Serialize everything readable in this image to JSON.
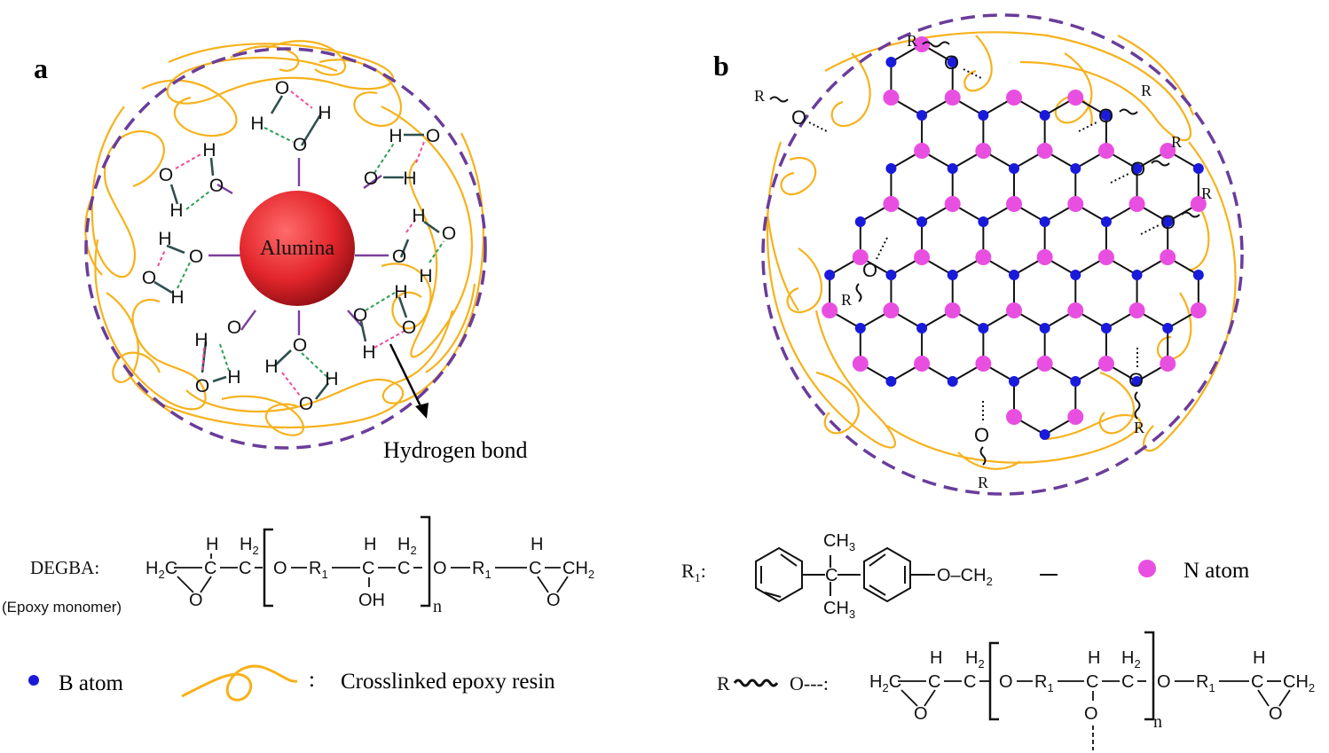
{
  "panels": {
    "a": {
      "label": "a",
      "core_label": "Alumina",
      "bond_label": "Hydrogen bond"
    },
    "b": {
      "label": "b"
    }
  },
  "atoms": {
    "O": "O",
    "H": "H",
    "R": "R"
  },
  "legend": {
    "degba_label": "DEGBA:",
    "degba_note": "(Epoxy monomer)",
    "r1_label": "R",
    "r1_sub": "1",
    "r1_colon": ":",
    "n_atom_label": "N atom",
    "b_atom_label": "B atom",
    "resin_colon": ":",
    "resin_label": "Crosslinked epoxy resin",
    "ro_label": "R",
    "ro_o": "O---:"
  },
  "formula": {
    "h2c": "H",
    "h2c_sub": "2",
    "h2c_c": "C",
    "c": "C",
    "h": "H",
    "h2": "H",
    "h2_sub": "2",
    "o": "O",
    "oh": "OH",
    "n": "n",
    "r1": "R",
    "r1_sub": "1",
    "ch2": "CH",
    "ch2_sub": "2",
    "ch3": "CH",
    "ch3_sub": "3",
    "och2": "O–CH",
    "och2_sub": "2"
  },
  "colors": {
    "resin": "#f6b21c",
    "boundary": "#6a3d9a",
    "b_atom": "#1a1adb",
    "n_atom": "#e84fe0",
    "h_bond_pink": "#ef4c9a",
    "h_bond_green": "#2e9e55",
    "alumina": "#e3262c",
    "oh_bond": "#2f4f4f",
    "purple_bond": "#7a3f9e"
  }
}
